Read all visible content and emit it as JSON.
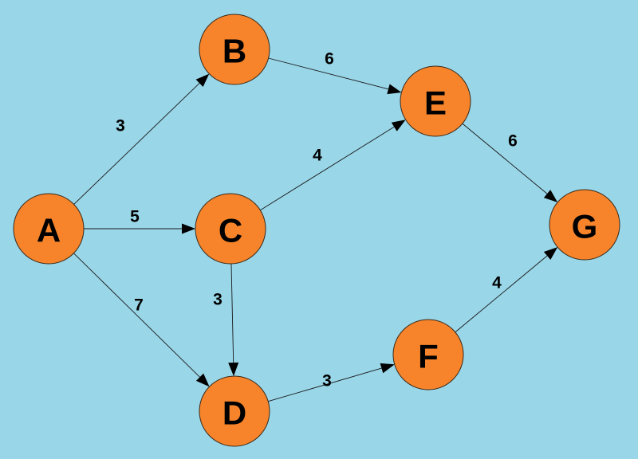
{
  "colors": {
    "background": "#99d6e8",
    "node_fill": "#f7842a",
    "edge": "#1a1a1a",
    "text": "#000000"
  },
  "nodes": [
    {
      "id": "A",
      "label": "A"
    },
    {
      "id": "B",
      "label": "B"
    },
    {
      "id": "C",
      "label": "C"
    },
    {
      "id": "D",
      "label": "D"
    },
    {
      "id": "E",
      "label": "E"
    },
    {
      "id": "F",
      "label": "F"
    },
    {
      "id": "G",
      "label": "G"
    }
  ],
  "edges": [
    {
      "from": "A",
      "to": "B",
      "weight": "3"
    },
    {
      "from": "A",
      "to": "C",
      "weight": "5"
    },
    {
      "from": "A",
      "to": "D",
      "weight": "7"
    },
    {
      "from": "B",
      "to": "E",
      "weight": "6"
    },
    {
      "from": "C",
      "to": "E",
      "weight": "4"
    },
    {
      "from": "C",
      "to": "D",
      "weight": "3"
    },
    {
      "from": "D",
      "to": "F",
      "weight": "3"
    },
    {
      "from": "E",
      "to": "G",
      "weight": "6"
    },
    {
      "from": "F",
      "to": "G",
      "weight": "4"
    }
  ]
}
